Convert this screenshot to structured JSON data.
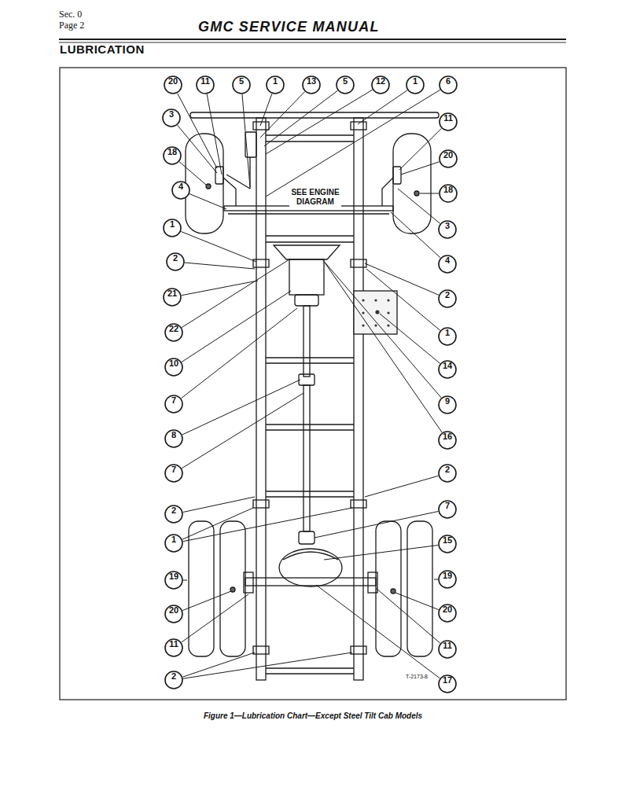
{
  "diagram": {
    "title": "LUBRICATION",
    "caption": "Figure 1—Lubrication Chart—Except Steel Tilt Cab Models",
    "labels": [
      "Sec. 0",
      "Page 2",
      "GMC SERVICE MANUAL",
      "20",
      "11",
      "5",
      "1",
      "13",
      "5",
      "12",
      "1",
      "6",
      "3",
      "18",
      "4",
      "1",
      "2",
      "21",
      "22",
      "10",
      "7",
      "8",
      "7",
      "2",
      "1",
      "19",
      "20",
      "11",
      "2",
      "11",
      "20",
      "18",
      "3",
      "4",
      "2",
      "1",
      "14",
      "9",
      "16",
      "2",
      "7",
      "15",
      "19",
      "20",
      "11",
      "17",
      "SEE ENGINE DIAGRAM",
      "T-2173-8"
    ]
  }
}
